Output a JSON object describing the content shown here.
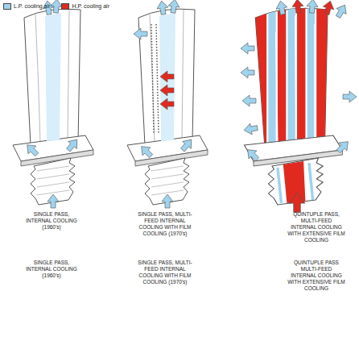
{
  "diagram": {
    "labels": [
      "SINGLE PASS, INTERNAL COOLING (1960's)",
      "SINGLE PASS, MULTI-FEED INTERNAL COOLING WITH FILM COOLING (1970's)",
      "QUINTUPLE PASS, MULTI-FEED INTERNAL COOLING WITH EXTENSIVE FILM COOLING",
      "SINGLE PASS, INTERNAL COOLING (1960's)",
      "SINGLE PASS, MULTI-FEED INTERNAL COOLING WITH FILM COOLING (1970's)",
      "QUINTUPLE PASS MULTI-FEED INTERNAL COOLING WITH EXTENSIVE FILM COOLING"
    ],
    "legend": [
      {
        "text": "L.P. cooling air",
        "color": "#9fd3ee"
      },
      {
        "text": "H.P. cooling air",
        "color": "#e02a20"
      }
    ]
  }
}
